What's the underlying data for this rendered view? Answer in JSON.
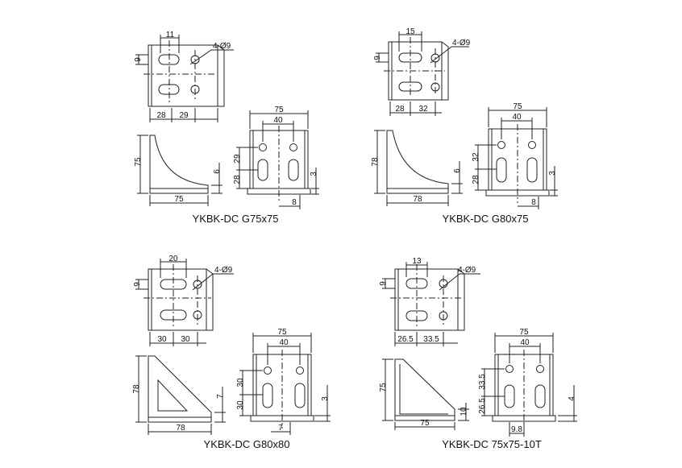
{
  "panels": [
    {
      "caption": "YKBK-DC G75x75",
      "top": {
        "hole_note": "4-Ø9",
        "slot": "11",
        "side": "9",
        "pitch_a": "28",
        "pitch_b": "29"
      },
      "side": {
        "height": "75",
        "width": "75"
      },
      "front": {
        "width": "75",
        "inner": "40",
        "upper": "29",
        "lower": "28",
        "lip": "6",
        "foot": "3",
        "off": "8"
      }
    },
    {
      "caption": "YKBK-DC G80x75",
      "top": {
        "hole_note": "4-Ø9",
        "slot": "15",
        "side": "9",
        "pitch_a": "28",
        "pitch_b": "32"
      },
      "side": {
        "height": "78",
        "width": "78"
      },
      "front": {
        "width": "75",
        "inner": "40",
        "upper": "32",
        "lower": "28",
        "lip": "6",
        "foot": "3",
        "off": "8"
      }
    },
    {
      "caption": "YKBK-DC G80x80",
      "top": {
        "hole_note": "4-Ø9",
        "slot": "20",
        "side": "9",
        "pitch_a": "30",
        "pitch_b": "30"
      },
      "side": {
        "height": "78",
        "width": "78"
      },
      "front": {
        "width": "75",
        "inner": "40",
        "upper": "30",
        "lower": "30",
        "lip": "7",
        "foot": "3",
        "off": "7"
      }
    },
    {
      "caption": "YKBK-DC 75x75-10T",
      "top": {
        "hole_note": "4-Ø9",
        "slot": "13",
        "side": "9",
        "pitch_a": "26.5",
        "pitch_b": "33.5"
      },
      "side": {
        "height": "75",
        "width": "75",
        "thick": "10"
      },
      "front": {
        "width": "75",
        "inner": "40",
        "upper": "33.5",
        "lower": "26.5",
        "lip": "4",
        "foot": "",
        "off": "9.8"
      }
    }
  ]
}
